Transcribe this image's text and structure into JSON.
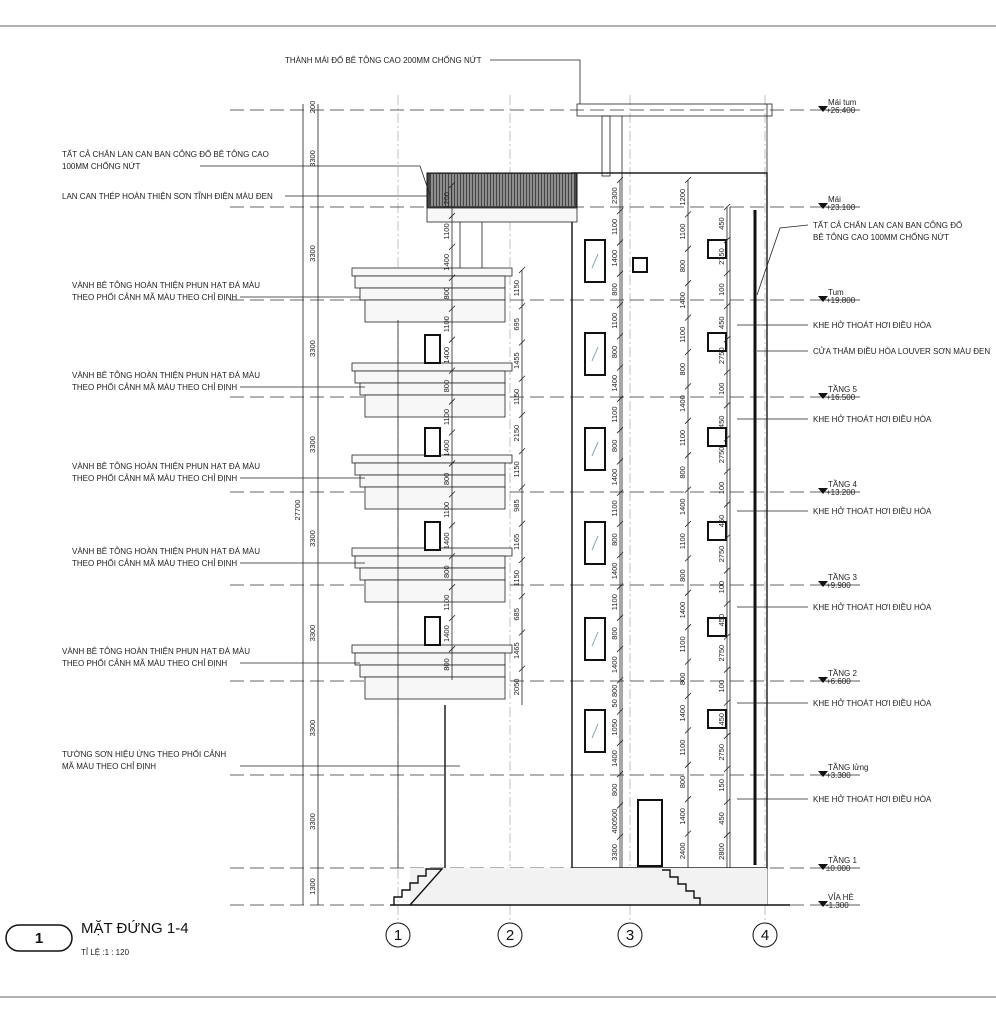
{
  "drawing": {
    "title": "MẶT ĐỨNG 1-4",
    "scale": "TỈ LỆ :1 : 120",
    "view_number": "1"
  },
  "grid_axes": [
    "1",
    "2",
    "3",
    "4"
  ],
  "levels": [
    {
      "name": "Mái tum",
      "elevation": "+26.400"
    },
    {
      "name": "Mái",
      "elevation": "+23.100"
    },
    {
      "name": "Tum",
      "elevation": "+19.800"
    },
    {
      "name": "TẦNG 5",
      "elevation": "+16.500"
    },
    {
      "name": "TẦNG 4",
      "elevation": "+13.200"
    },
    {
      "name": "TẦNG 3",
      "elevation": "+9.900"
    },
    {
      "name": "TẦNG 2",
      "elevation": "+6.600"
    },
    {
      "name": "TẦNG lửng",
      "elevation": "+3.300"
    },
    {
      "name": "TẦNG 1",
      "elevation": "±0.000"
    },
    {
      "name": "VỈA HÈ",
      "elevation": "-1.300"
    }
  ],
  "notes_left": [
    [
      "THÀNH MÁI ĐỔ BÊ TÔNG CAO 200MM CHỐNG NỨT"
    ],
    [
      "TẤT CẢ CHÂN LAN CAN BAN CÔNG ĐỔ BÊ TÔNG CAO",
      "100MM CHỐNG NỨT"
    ],
    [
      "LAN CAN THÉP HOÀN THIỆN SƠN TĨNH ĐIỆN MÀU ĐEN"
    ],
    [
      "VÀNH BÊ TÔNG HOÀN THIỆN PHUN HẠT ĐÁ MÀU",
      "THEO PHỐI CẢNH MÃ MÀU THEO CHỈ ĐỊNH"
    ],
    [
      "VÀNH BÊ TÔNG HOÀN THIỆN PHUN HẠT ĐÁ MÀU",
      "THEO PHỐI CẢNH MÃ MÀU THEO CHỈ ĐỊNH"
    ],
    [
      "VÀNH BÊ TÔNG HOÀN THIỆN PHUN HẠT ĐÁ MÀU",
      "THEO PHỐI CẢNH MÃ MÀU THEO CHỈ ĐỊNH"
    ],
    [
      "VÀNH BÊ TÔNG HOÀN THIỆN PHUN HẠT ĐÁ MÀU",
      "THEO PHỐI CẢNH MÃ MÀU THEO CHỈ ĐỊNH"
    ],
    [
      "VÀNH BÊ TÔNG HOÀN THIỆN PHUN HẠT ĐÁ MÀU",
      "THEO PHỐI CẢNH MÃ MÀU THEO CHỈ ĐỊNH"
    ],
    [
      "TƯỜNG SƠN HIỆU ỨNG THEO PHỐI CẢNH",
      "MÃ MÀU THEO CHỈ ĐỊNH"
    ]
  ],
  "notes_right": [
    [
      "TẤT CẢ CHÂN LAN CAN BAN CÔNG ĐỔ",
      "BÊ TÔNG CAO 100MM CHỐNG NỨT"
    ],
    [
      "KHE HỞ THOÁT HƠI ĐIỀU HÒA"
    ],
    [
      "CỬA THĂM ĐIỀU HÒA LOUVER SƠN MÀU ĐEN"
    ],
    [
      "KHE HỞ THOÁT HƠI ĐIỀU HÒA"
    ],
    [
      "KHE HỞ THOÁT HƠI ĐIỀU HÒA"
    ],
    [
      "KHE HỞ THOÁT HƠI ĐIỀU HÒA"
    ],
    [
      "KHE HỞ THOÁT HƠI ĐIỀU HÒA"
    ],
    [
      "KHE HỞ THOÁT HƠI ĐIỀU HÒA"
    ]
  ],
  "dimensions": {
    "overall": "27700",
    "floor_heights": [
      "200",
      "3300",
      "3300",
      "3300",
      "3300",
      "3300",
      "3300",
      "3300",
      "3300",
      "1300"
    ],
    "balcony_column": [
      "1150",
      "695",
      "1455",
      "1150",
      "2150",
      "1150",
      "985",
      "1165",
      "1150",
      "685",
      "1465",
      "2050"
    ],
    "balcony_inner": [
      "1200",
      "1100",
      "1400",
      "800",
      "1100",
      "1400",
      "800",
      "1100",
      "1400",
      "800",
      "1100",
      "1400",
      "800",
      "1100",
      "1400",
      "800"
    ],
    "tower_column": [
      "2300",
      "1100",
      "1400",
      "800",
      "1100",
      "800",
      "1400",
      "1100",
      "800",
      "1400",
      "1100",
      "800",
      "1400",
      "1100",
      "800",
      "1400",
      "50 800",
      "1050",
      "1400",
      "800",
      "400500",
      "3300"
    ],
    "stair_column": [
      "1200",
      "1100",
      "800",
      "1400",
      "1100",
      "800",
      "1400",
      "1100",
      "800",
      "1400",
      "1100",
      "800",
      "1400",
      "1100",
      "800",
      "1400",
      "1100",
      "800",
      "1400",
      "2400"
    ],
    "facade_column": [
      "450",
      "2750",
      "100",
      "450",
      "2750",
      "100",
      "450",
      "2750",
      "100",
      "450",
      "2750",
      "100",
      "450",
      "2750",
      "100",
      "450",
      "2750",
      "150",
      "450",
      "2800"
    ],
    "small_window": [
      "800",
      "800"
    ]
  }
}
